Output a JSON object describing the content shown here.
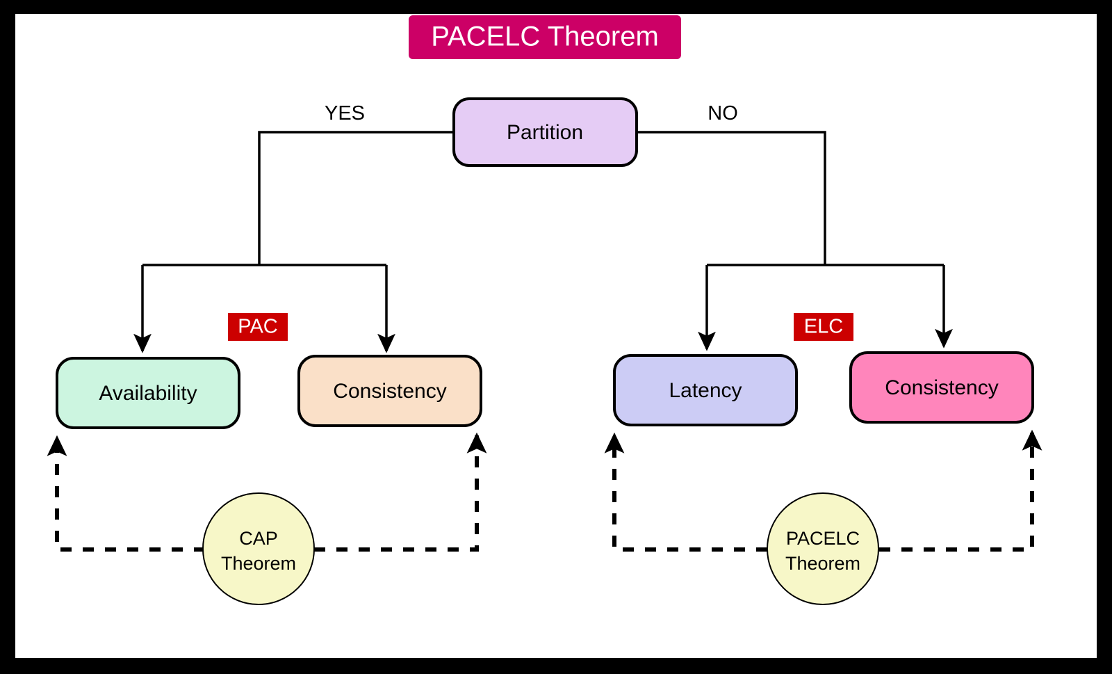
{
  "title": {
    "text": "PACELC Theorem",
    "bg": "#CC0066",
    "fg": "#FFFFFF"
  },
  "frame": {
    "outer_bg": "#000000",
    "canvas_bg": "#FFFFFF"
  },
  "nodes": {
    "root": {
      "label": "Partition",
      "fill": "#E5CCF5",
      "stroke": "#000000"
    },
    "availability": {
      "label": "Availability",
      "fill": "#CCF5E0",
      "stroke": "#000000"
    },
    "consistency_left": {
      "label": "Consistency",
      "fill": "#FAE0C8",
      "stroke": "#000000"
    },
    "latency": {
      "label": "Latency",
      "fill": "#CCCCF5",
      "stroke": "#000000"
    },
    "consistency_right": {
      "label": "Consistency",
      "fill": "#FF85BB",
      "stroke": "#000000"
    },
    "cap_circle": {
      "line1": "CAP",
      "line2": "Theorem",
      "fill": "#F7F7C8",
      "stroke": "#000000"
    },
    "pacelc_circle": {
      "line1": "PACELC",
      "line2": "Theorem",
      "fill": "#F7F7C8",
      "stroke": "#000000"
    }
  },
  "edges": {
    "yes_label": "YES",
    "no_label": "NO"
  },
  "badges": {
    "pac": {
      "label": "PAC",
      "bg": "#CC0000",
      "fg": "#FFFFFF"
    },
    "elc": {
      "label": "ELC",
      "bg": "#CC0000",
      "fg": "#FFFFFF"
    }
  }
}
